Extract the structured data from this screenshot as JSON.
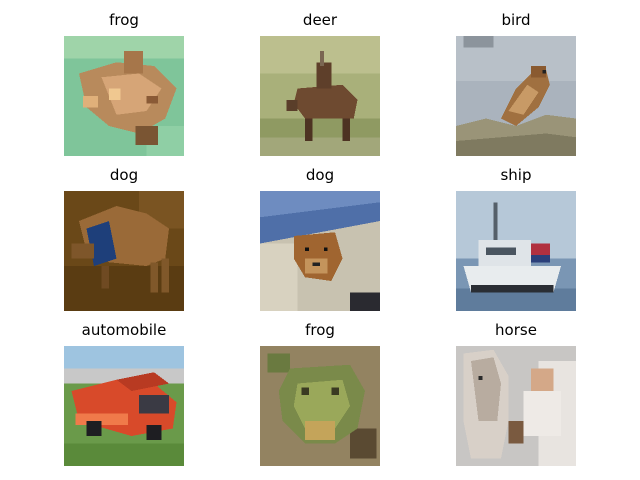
{
  "grid": {
    "cells": [
      {
        "label": "frog"
      },
      {
        "label": "deer"
      },
      {
        "label": "bird"
      },
      {
        "label": "dog"
      },
      {
        "label": "dog"
      },
      {
        "label": "ship"
      },
      {
        "label": "automobile"
      },
      {
        "label": "frog"
      },
      {
        "label": "horse"
      }
    ]
  }
}
